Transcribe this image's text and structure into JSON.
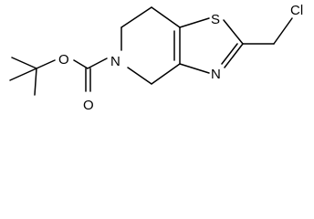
{
  "molecule": {
    "atoms": {
      "sulfur": "S",
      "chlorine": "Cl",
      "thiazole_nitrogen": "N",
      "ring_nitrogen": "N",
      "ester_oxygen": "O",
      "carbonyl_oxygen": "O"
    }
  }
}
